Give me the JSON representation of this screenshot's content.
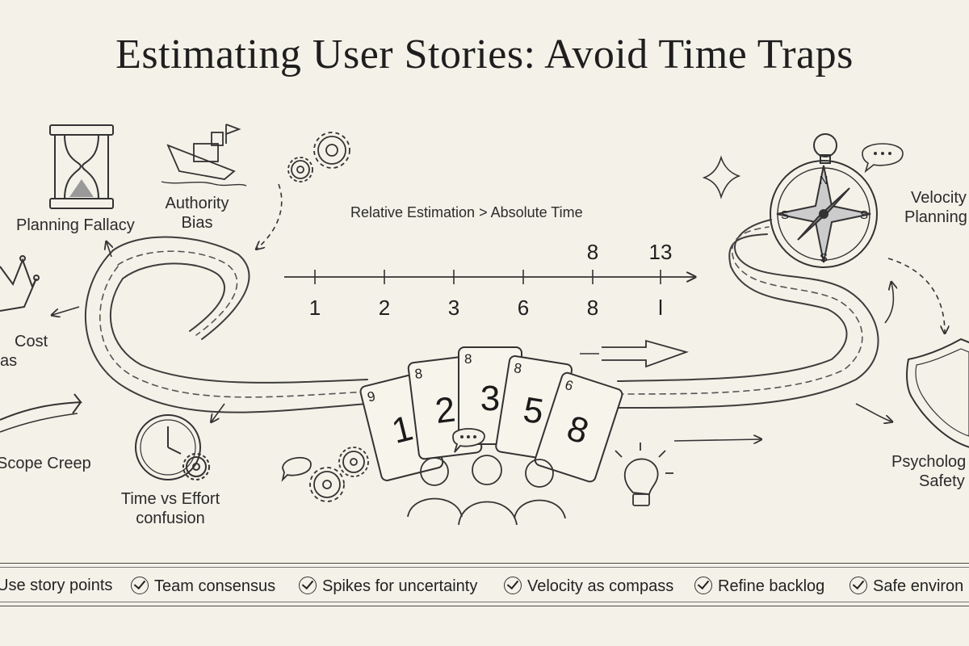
{
  "title": "Estimating User Stories: Avoid Time Traps",
  "traps": {
    "planning_fallacy": "Planning Fallacy",
    "authority_bias_1": "Authority",
    "authority_bias_2": "Bias",
    "sunk_cost_1": "Cost",
    "sunk_cost_2": "as",
    "scope_creep": "Scope Creep",
    "time_vs_effort_1": "Time vs Effort",
    "time_vs_effort_2": "confusion"
  },
  "scale": {
    "heading": "Relative Estimation > Absolute Time",
    "ticks": [
      "1",
      "2",
      "3",
      "6",
      "8",
      "l"
    ],
    "upper_labels": [
      "8",
      "13"
    ]
  },
  "cards": [
    "1",
    "2",
    "3",
    "5",
    "8"
  ],
  "card_corners": [
    "9",
    "8",
    "8",
    "8",
    "6"
  ],
  "tools": {
    "velocity_1": "Velocity",
    "velocity_2": "Planning",
    "safety_1": "Psycholog",
    "safety_2": "Safety"
  },
  "compass_letters": [
    "N",
    "S",
    "S",
    "S"
  ],
  "checklist": [
    "Use story points",
    "Team consensus",
    "Spikes for uncertainty",
    "Velocity as compass",
    "Refine backlog",
    "Safe environ"
  ],
  "colors": {
    "background": "#f4f1e8",
    "ink": "#2a2a2a"
  }
}
